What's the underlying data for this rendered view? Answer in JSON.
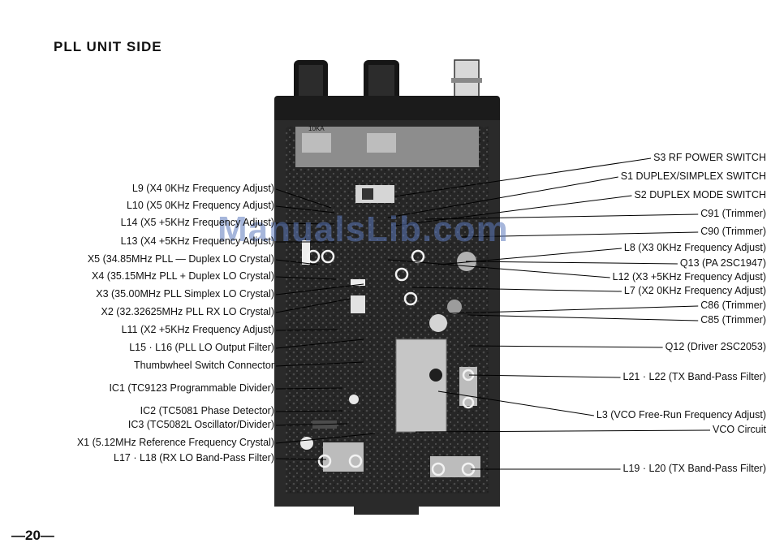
{
  "heading": "PLL UNIT SIDE",
  "page_number": "—20—",
  "watermark": "ManualsLib.com",
  "photo_label": "10KA",
  "left_callouts": [
    "L9 (X4 0KHz Frequency Adjust)",
    "L10 (X5 0KHz Frequency Adjust)",
    "L14 (X5 +5KHz Frequency Adjust)",
    "L13 (X4 +5KHz Frequency Adjust)",
    "X5 (34.85MHz PLL — Duplex LO Crystal)",
    "X4 (35.15MHz PLL + Duplex LO Crystal)",
    "X3 (35.00MHz PLL Simplex LO Crystal)",
    "X2 (32.32625MHz PLL RX LO Crystal)",
    "L11 (X2 +5KHz Frequency Adjust)",
    "L15 · L16 (PLL LO Output Filter)",
    "Thumbwheel Switch Connector",
    "IC1 (TC9123 Programmable Divider)",
    "IC2 (TC5081 Phase Detector)",
    "IC3 (TC5082L Oscillator/Divider)",
    "X1 (5.12MHz Reference Frequency Crystal)",
    "L17 · L18 (RX LO Band-Pass Filter)"
  ],
  "right_callouts": [
    "S3 RF POWER SWITCH",
    "S1 DUPLEX/SIMPLEX SWITCH",
    "S2 DUPLEX MODE SWITCH",
    "C91 (Trimmer)",
    "C90 (Trimmer)",
    "L8 (X3 0KHz Frequency Adjust)",
    "Q13 (PA 2SC1947)",
    "L12 (X3 +5KHz Frequency Adjust)",
    "L7 (X2 0KHz Frequency Adjust)",
    "C86 (Trimmer)",
    "C85 (Trimmer)",
    "Q12 (Driver 2SC2053)",
    "L21 · L22 (TX Band-Pass Filter)",
    "L3 (VCO Free-Run Frequency Adjust)",
    "VCO Circuit",
    "L19 · L20 (TX Band-Pass Filter)"
  ]
}
